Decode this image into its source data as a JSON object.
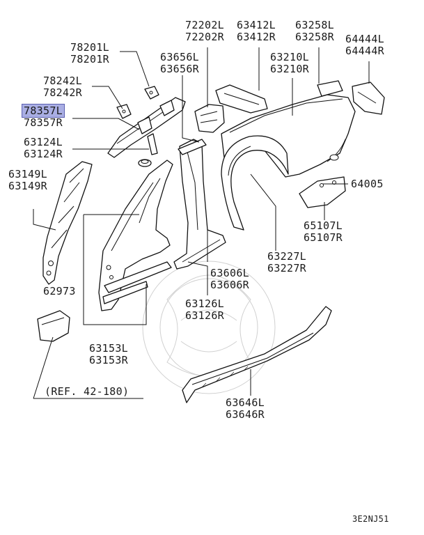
{
  "labels": {
    "p78201": {
      "l": "78201L",
      "r": "78201R"
    },
    "p78242": {
      "l": "78242L",
      "r": "78242R"
    },
    "p78357": {
      "l": "78357L",
      "r": "78357R"
    },
    "p63124": {
      "l": "63124L",
      "r": "63124R"
    },
    "p63149": {
      "l": "63149L",
      "r": "63149R"
    },
    "p72202": {
      "l": "72202L",
      "r": "72202R"
    },
    "p63412": {
      "l": "63412L",
      "r": "63412R"
    },
    "p63258": {
      "l": "63258L",
      "r": "63258R"
    },
    "p64444": {
      "l": "64444L",
      "r": "64444R"
    },
    "p63656": {
      "l": "63656L",
      "r": "63656R"
    },
    "p63210": {
      "l": "63210L",
      "r": "63210R"
    },
    "p64005": "64005",
    "p65107": {
      "l": "65107L",
      "r": "65107R"
    },
    "p63227": {
      "l": "63227L",
      "r": "63227R"
    },
    "p63606": {
      "l": "63606L",
      "r": "63606R"
    },
    "p62973": "62973",
    "p63126": {
      "l": "63126L",
      "r": "63126R"
    },
    "p63153": {
      "l": "63153L",
      "r": "63153R"
    },
    "p63646": {
      "l": "63646L",
      "r": "63646R"
    },
    "ref": "(REF. 42-180)"
  },
  "highlighted_part": "78357L",
  "diagram_code": "3E2NJ51",
  "colors": {
    "highlight": "#a9aee3",
    "line": "#111111",
    "watermark": "#d0d0d0"
  }
}
